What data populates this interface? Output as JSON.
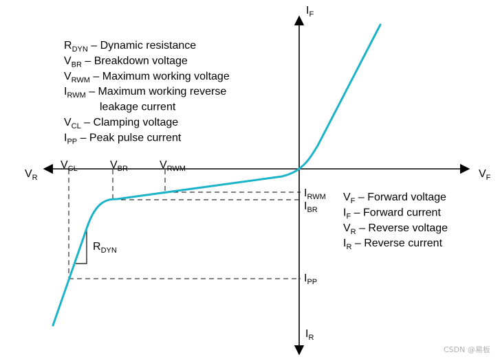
{
  "colors": {
    "curve": "#1cb3c8",
    "axis": "#000000",
    "dash": "#000000",
    "watermark": "#b0b0b0"
  },
  "axes": {
    "if_top": {
      "main": "I",
      "sub": "F"
    },
    "ir_bottom": {
      "main": "I",
      "sub": "R"
    },
    "vf_right": {
      "main": "V",
      "sub": "F"
    },
    "vr_left": {
      "main": "V",
      "sub": "R"
    }
  },
  "voltage_markers": [
    {
      "id": "vcl",
      "main": "V",
      "sub": "CL"
    },
    {
      "id": "vbr",
      "main": "V",
      "sub": "BR"
    },
    {
      "id": "vrwm",
      "main": "V",
      "sub": "RWM"
    }
  ],
  "current_markers": [
    {
      "id": "irwm",
      "main": "I",
      "sub": "RWM"
    },
    {
      "id": "ibr",
      "main": "I",
      "sub": "BR"
    },
    {
      "id": "ipp",
      "main": "I",
      "sub": "PP"
    }
  ],
  "rdyn_label": {
    "main": "R",
    "sub": "DYN"
  },
  "legend_left": [
    {
      "main": "R",
      "sub": "DYN",
      "text": " – Dynamic resistance"
    },
    {
      "main": "V",
      "sub": "BR",
      "text": " – Breakdown voltage"
    },
    {
      "main": "V",
      "sub": "RWM",
      "text": " – Maximum working voltage"
    },
    {
      "main": "I",
      "sub": "RWM",
      "text": " – Maximum working reverse"
    },
    {
      "main": "",
      "sub": "",
      "text": "leakage current"
    },
    {
      "main": "V",
      "sub": "CL",
      "text": " – Clamping voltage"
    },
    {
      "main": "I",
      "sub": "PP",
      "text": " – Peak pulse current"
    }
  ],
  "legend_right": [
    {
      "main": "V",
      "sub": "F",
      "text": " – Forward voltage"
    },
    {
      "main": "I",
      "sub": "F",
      "text": " – Forward current"
    },
    {
      "main": "V",
      "sub": "R",
      "text": " – Reverse voltage"
    },
    {
      "main": "I",
      "sub": "R",
      "text": " – Reverse current"
    }
  ],
  "watermark": "CSDN @易板"
}
